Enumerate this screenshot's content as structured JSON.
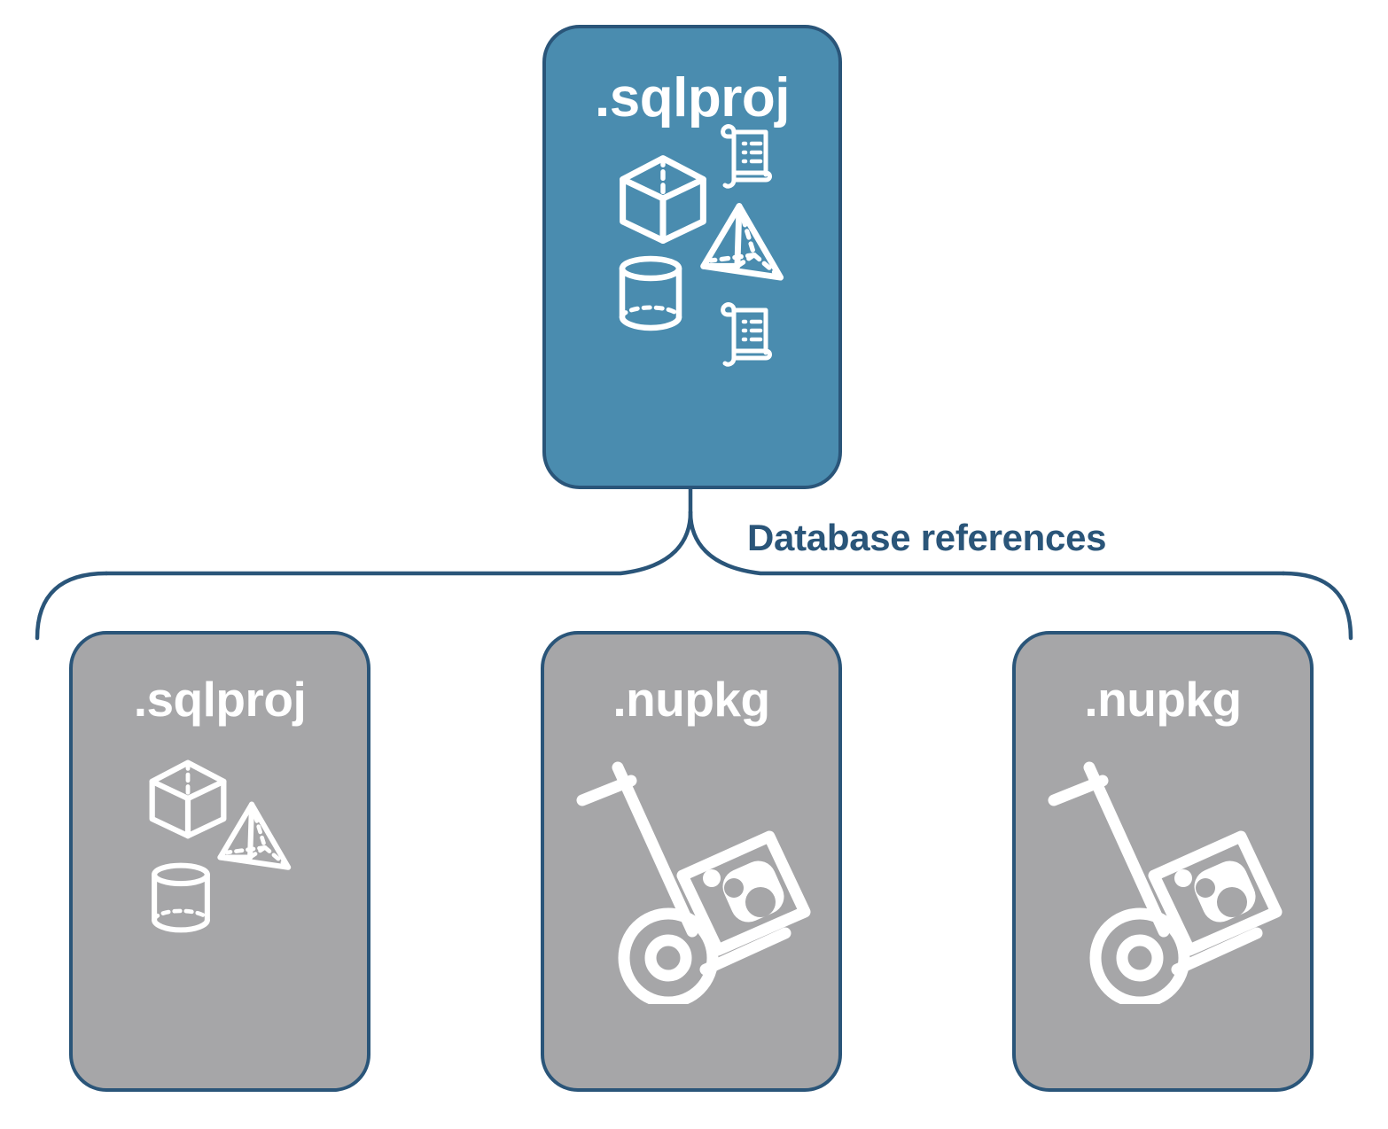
{
  "diagram": {
    "title": "Database references",
    "colors": {
      "primary_fill": "#4A8CAF",
      "secondary_fill": "#A6A6A8",
      "stroke": "#2A5579",
      "label_text": "#2A5579",
      "icon": "#FFFFFF",
      "background": "#FFFFFF"
    },
    "connector": {
      "label": "Database references",
      "style": "curly-brace",
      "direction": "top-to-bottom"
    },
    "root": {
      "label": ".sqlproj",
      "kind": "sql-project",
      "fill": "primary",
      "icons": [
        "cube-icon",
        "scroll-icon",
        "pyramid-icon",
        "cylinder-icon",
        "scroll-icon"
      ]
    },
    "references": [
      {
        "label": ".sqlproj",
        "kind": "sql-project",
        "fill": "secondary",
        "icons": [
          "cube-icon",
          "pyramid-icon",
          "cylinder-icon"
        ]
      },
      {
        "label": ".nupkg",
        "kind": "nuget-package",
        "fill": "secondary",
        "icons": [
          "hand-truck-package-icon"
        ]
      },
      {
        "label": ".nupkg",
        "kind": "nuget-package",
        "fill": "secondary",
        "icons": [
          "hand-truck-package-icon"
        ]
      }
    ]
  }
}
